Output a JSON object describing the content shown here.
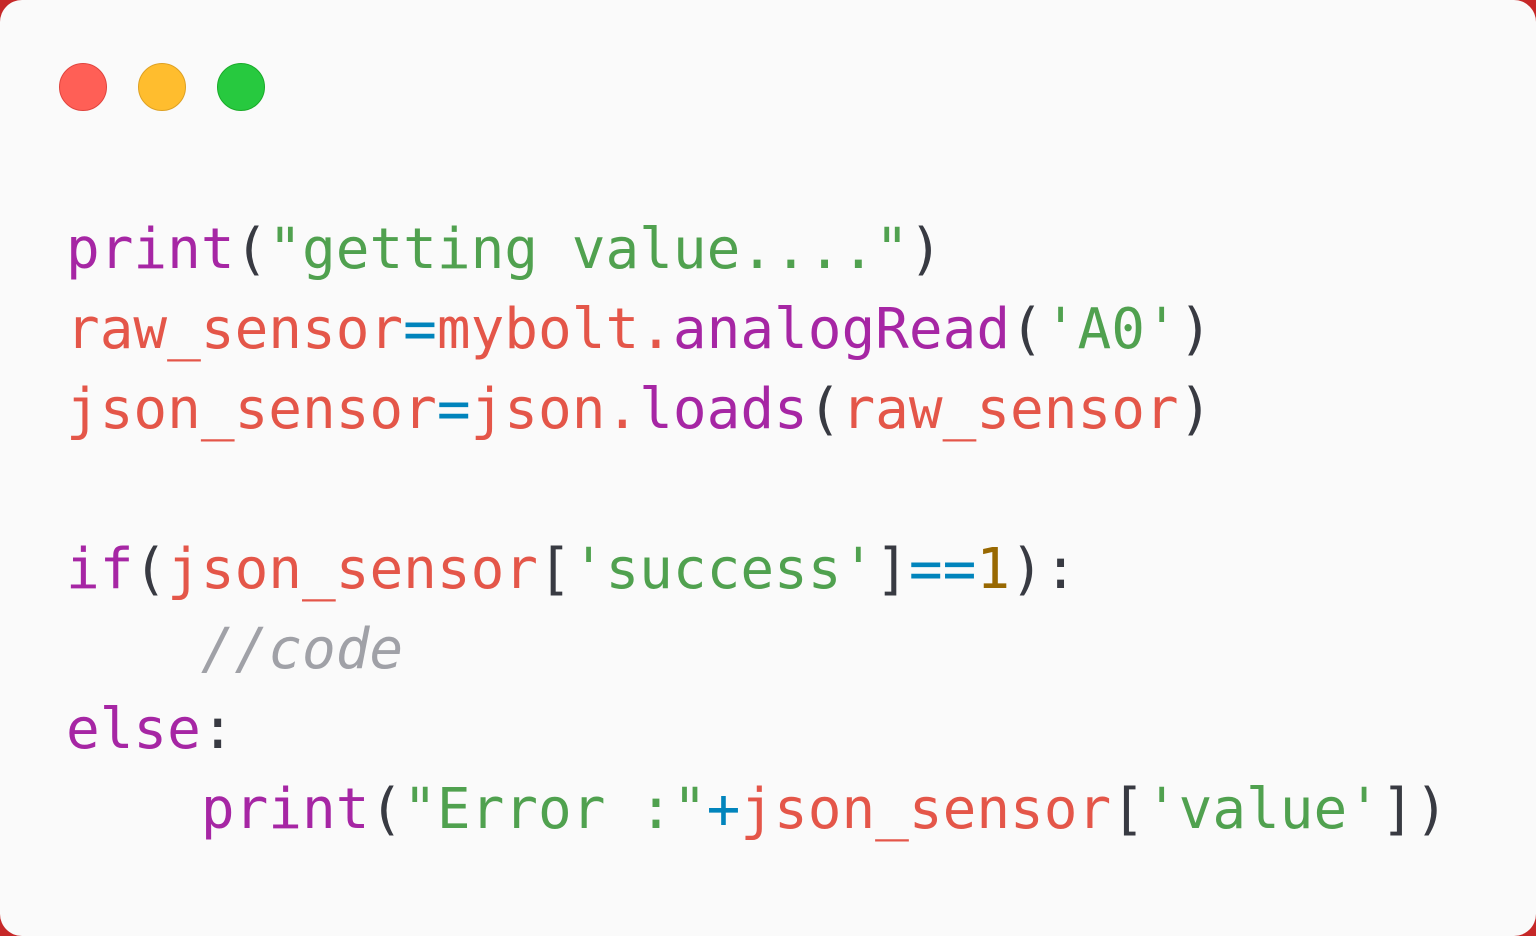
{
  "window": {
    "controls": [
      {
        "name": "close-dot",
        "color": "#ff5f56",
        "border": "#e0443e"
      },
      {
        "name": "minimize-dot",
        "color": "#ffbd2e",
        "border": "#dea123"
      },
      {
        "name": "zoom-dot",
        "color": "#27c93f",
        "border": "#1aab29"
      }
    ]
  },
  "colors": {
    "function": "#a626a4",
    "variable": "#e45649",
    "string": "#50a14f",
    "operator": "#0184bc",
    "number": "#986801",
    "punct": "#383a42",
    "comment": "#a0a1a7"
  },
  "code": {
    "lines": [
      [
        [
          "function",
          "print"
        ],
        [
          "punct",
          "("
        ],
        [
          "string",
          "\"getting value....\""
        ],
        [
          "punct",
          ")"
        ]
      ],
      [
        [
          "variable",
          "raw_sensor"
        ],
        [
          "operator",
          "="
        ],
        [
          "variable",
          "mybolt."
        ],
        [
          "function",
          "analogRead"
        ],
        [
          "punct",
          "("
        ],
        [
          "string",
          "'A0'"
        ],
        [
          "punct",
          ")"
        ]
      ],
      [
        [
          "variable",
          "json_sensor"
        ],
        [
          "operator",
          "="
        ],
        [
          "variable",
          "json."
        ],
        [
          "function",
          "loads"
        ],
        [
          "punct",
          "("
        ],
        [
          "variable",
          "raw_sensor"
        ],
        [
          "punct",
          ")"
        ]
      ],
      [],
      [
        [
          "function",
          "if"
        ],
        [
          "punct",
          "("
        ],
        [
          "variable",
          "json_sensor"
        ],
        [
          "punct",
          "["
        ],
        [
          "string",
          "'success'"
        ],
        [
          "punct",
          "]"
        ],
        [
          "operator",
          "=="
        ],
        [
          "number",
          "1"
        ],
        [
          "punct",
          "):"
        ]
      ],
      [
        [
          "punct",
          "    "
        ],
        [
          "comment",
          "//code"
        ]
      ],
      [
        [
          "function",
          "else"
        ],
        [
          "punct",
          ":"
        ]
      ],
      [
        [
          "punct",
          "    "
        ],
        [
          "function",
          "print"
        ],
        [
          "punct",
          "("
        ],
        [
          "string",
          "\"Error :\""
        ],
        [
          "operator",
          "+"
        ],
        [
          "variable",
          "json_sensor"
        ],
        [
          "punct",
          "["
        ],
        [
          "string",
          "'value'"
        ],
        [
          "punct",
          "])"
        ]
      ]
    ]
  }
}
